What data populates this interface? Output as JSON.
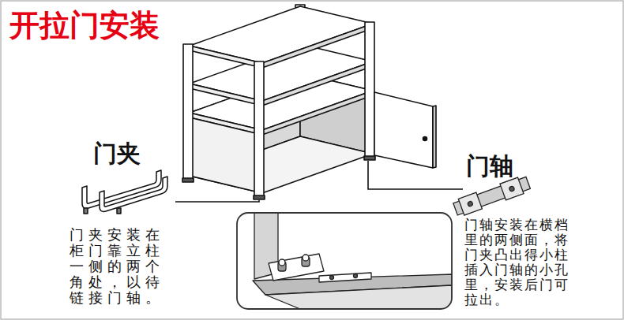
{
  "diagram": {
    "title": "开拉门安装",
    "labels": [
      "门夹",
      "门夹安装在柜门靠立柱一侧的两个角处，以待链接门轴。",
      "门轴",
      "门轴安装在横档里的两侧面，将门夹凸出得小柱插入门轴的小孔里，安装后门可拉出。"
    ]
  }
}
